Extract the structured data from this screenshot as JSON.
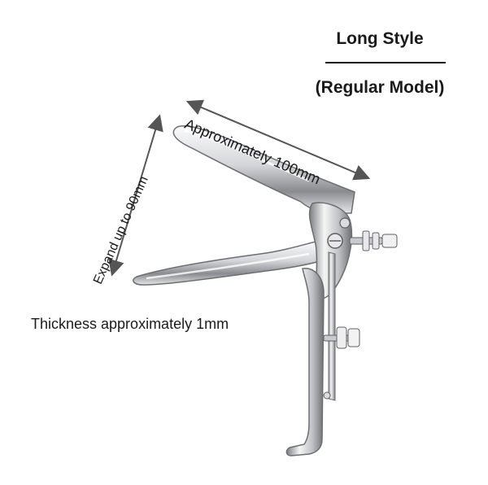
{
  "heading": {
    "title": "Long Style",
    "subtitle": "(Regular Model)"
  },
  "annotations": {
    "length": "Approximately 100mm",
    "expand": "Expand up to 90mm",
    "thickness": "Thickness approximately  1mm"
  },
  "colors": {
    "metal_light": "#f4f4f6",
    "metal_mid": "#c9cacd",
    "metal_dark": "#7b7c80",
    "arrow": "#555555"
  }
}
